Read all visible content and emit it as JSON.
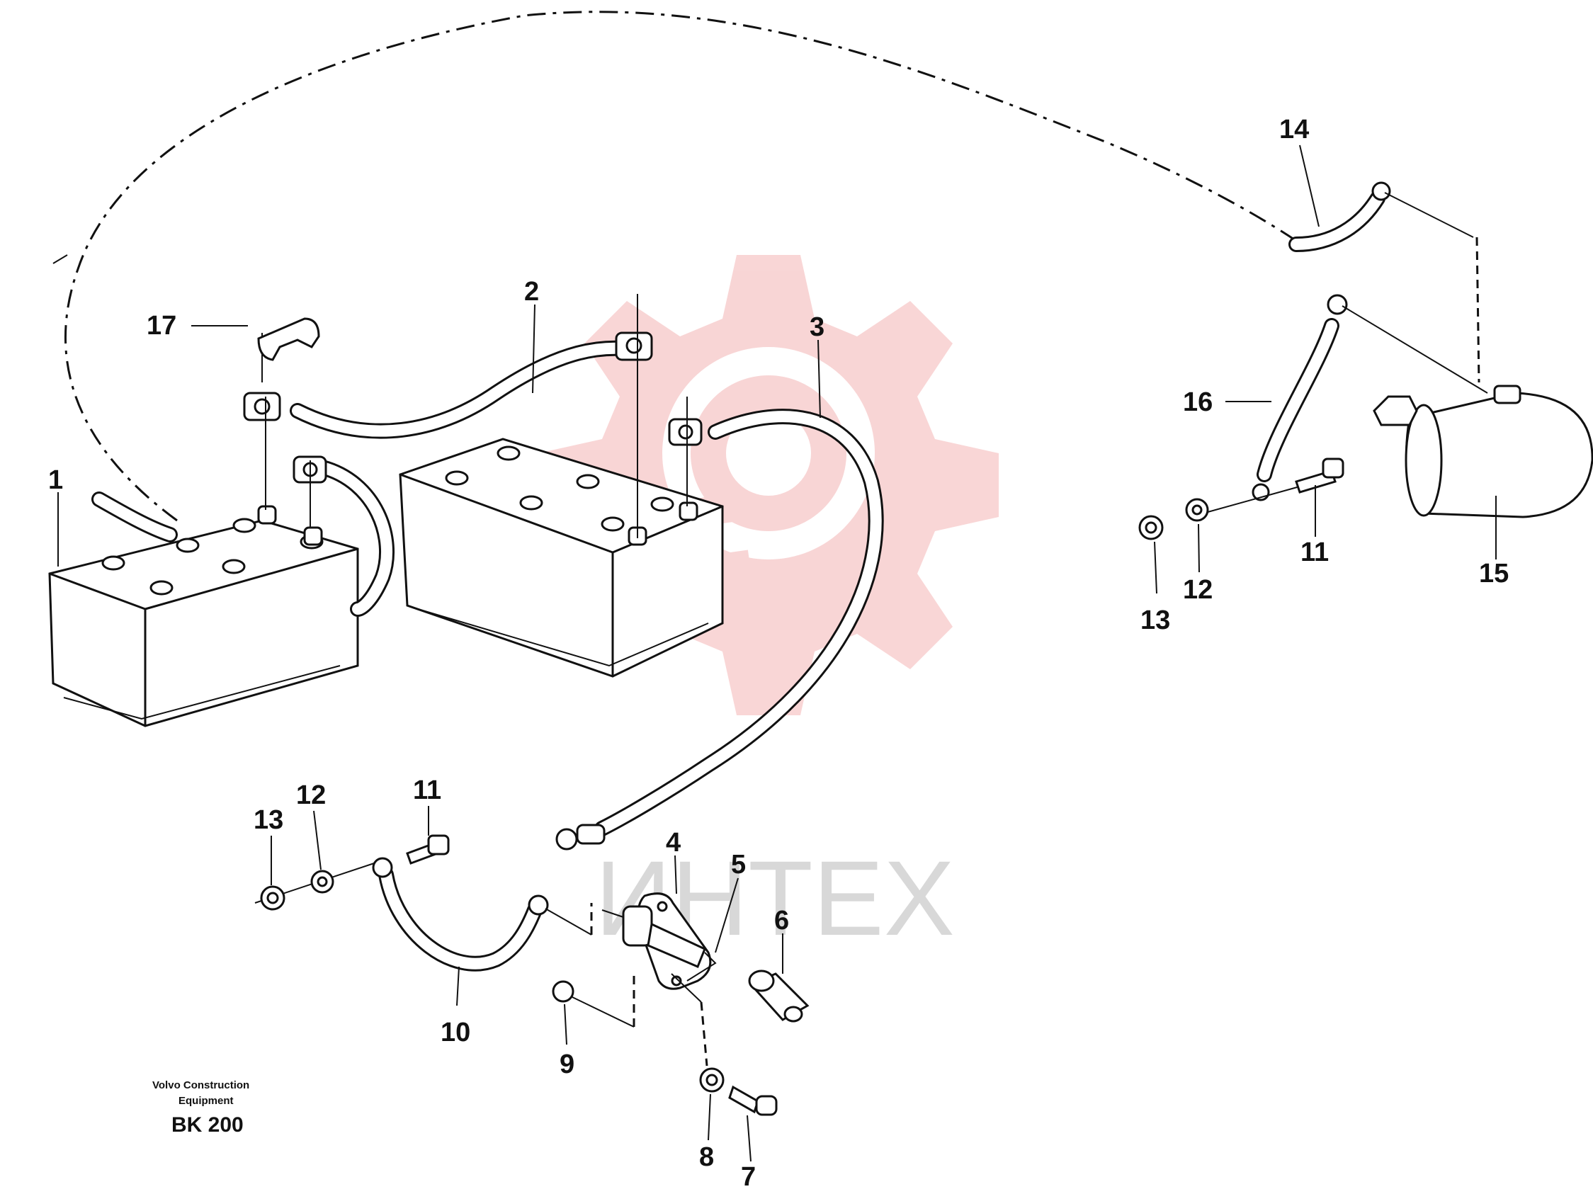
{
  "diagram": {
    "watermark": {
      "text": "ИНТЕХ",
      "color": "#f4b4b4"
    },
    "caption": {
      "line1": "Volvo Construction",
      "line2": "Equipment",
      "code": "BK 200"
    },
    "callouts": [
      {
        "id": "c1",
        "text": "1"
      },
      {
        "id": "c2",
        "text": "2"
      },
      {
        "id": "c3",
        "text": "3"
      },
      {
        "id": "c4",
        "text": "4"
      },
      {
        "id": "c5",
        "text": "5"
      },
      {
        "id": "c6",
        "text": "6"
      },
      {
        "id": "c7",
        "text": "7"
      },
      {
        "id": "c8",
        "text": "8"
      },
      {
        "id": "c9",
        "text": "9"
      },
      {
        "id": "c10",
        "text": "10"
      },
      {
        "id": "c11a",
        "text": "11"
      },
      {
        "id": "c11b",
        "text": "11"
      },
      {
        "id": "c12a",
        "text": "12"
      },
      {
        "id": "c12b",
        "text": "12"
      },
      {
        "id": "c13a",
        "text": "13"
      },
      {
        "id": "c13b",
        "text": "13"
      },
      {
        "id": "c14",
        "text": "14"
      },
      {
        "id": "c15",
        "text": "15"
      },
      {
        "id": "c16",
        "text": "16"
      },
      {
        "id": "c17",
        "text": "17"
      }
    ]
  }
}
